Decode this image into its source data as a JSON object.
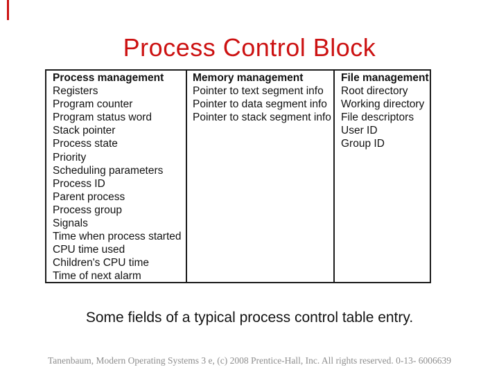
{
  "slide": {
    "title": "Process Control Block",
    "caption": "Some fields of a typical process control table entry.",
    "footer": "Tanenbaum, Modern Operating Systems 3 e, (c) 2008 Prentice-Hall, Inc. All rights reserved. 0-13- 6006639"
  },
  "colors": {
    "title_red": "#cc1111",
    "marker_red": "#cc1111",
    "table_border": "#1a1a1a",
    "table_text": "#111111",
    "footer_gray": "#8e8e8e"
  },
  "table": {
    "columns": [
      {
        "header": "Process management",
        "rows": [
          "Registers",
          "Program counter",
          "Program status word",
          "Stack pointer",
          "Process state",
          "Priority",
          "Scheduling parameters",
          "Process ID",
          "Parent process",
          "Process group",
          "Signals",
          "Time when process started",
          "CPU time used",
          "Children's CPU time",
          "Time of next alarm"
        ]
      },
      {
        "header": "Memory management",
        "rows": [
          "Pointer to text segment info",
          "Pointer to data segment info",
          "Pointer to stack segment info"
        ]
      },
      {
        "header": "File management",
        "rows": [
          "Root directory",
          "Working directory",
          "File descriptors",
          "User ID",
          "Group ID"
        ]
      }
    ]
  }
}
